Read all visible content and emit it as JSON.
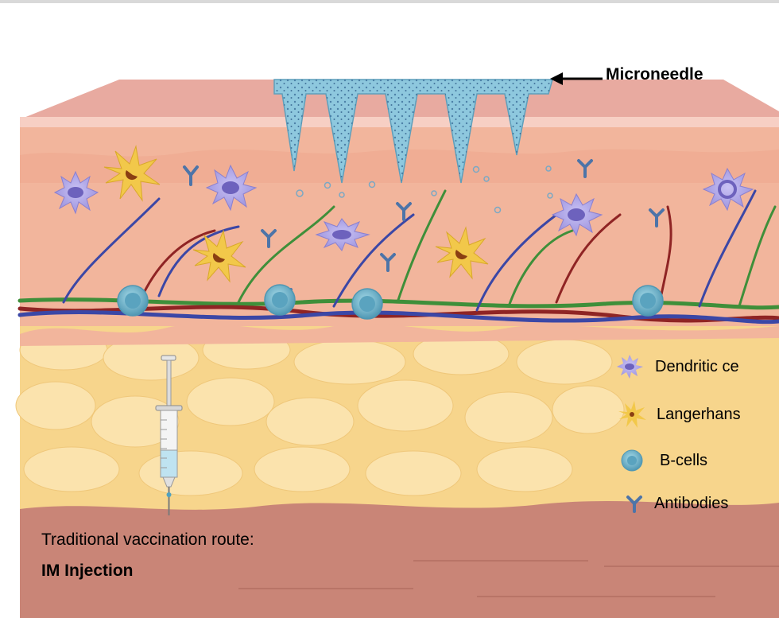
{
  "microneedle": {
    "label": "Microneedle"
  },
  "legend": [
    {
      "label": "Dendritic ce",
      "icon": "dendritic-cell-icon"
    },
    {
      "label": "Langerhans",
      "icon": "langerhans-cell-icon"
    },
    {
      "label": "B-cells",
      "icon": "b-cell-icon"
    },
    {
      "label": "Antibodies",
      "icon": "antibody-icon"
    }
  ],
  "injection": {
    "line1": "Traditional vaccination route:",
    "line2": "IM Injection"
  },
  "colors": {
    "epidermis": "#f2b39a",
    "skin_top": "#e8a9a0",
    "fat": "#f8d892",
    "muscle": "#c98577",
    "microneedle": "#8ec8de",
    "dendritic": "#a9a2e2",
    "langerhans": "#f2c84a",
    "bcell": "#6fb1c9",
    "antibody": "#4d74a8",
    "vessel_red": "#8f2424",
    "vessel_blue": "#3b47a6",
    "vessel_green": "#3f8f3a"
  }
}
